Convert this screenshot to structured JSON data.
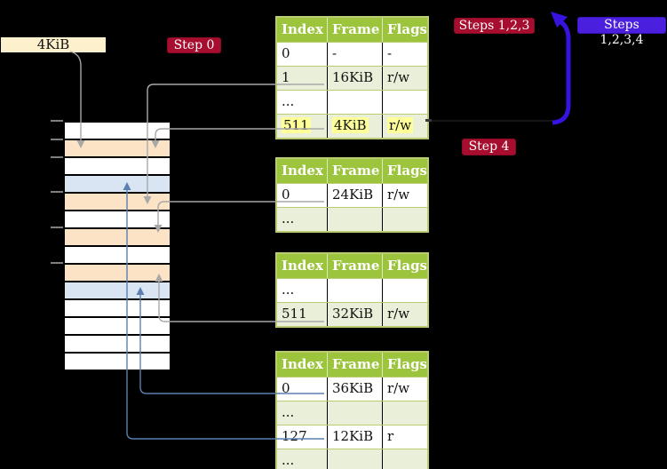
{
  "legend_box": {
    "label": "4KiB"
  },
  "badges": {
    "step0": {
      "label": "Step 0",
      "color": "#a60d2e"
    },
    "steps123": {
      "label": "Steps 1,2,3",
      "color": "#a60d2e"
    },
    "steps1234": {
      "label": "Steps 1,2,3,4",
      "color": "#4a1fdd"
    },
    "step4": {
      "label": "Step 4",
      "color": "#a60d2e"
    }
  },
  "colors": {
    "background": "#000000",
    "table_header_green": "#9cc43c",
    "table_border_green": "#b9cc72",
    "table_alt_row_green": "#e9efd8",
    "highlight_yellow": "#ffff99",
    "frame_peach": "#fce3c5",
    "frame_blue": "#d9e5f3",
    "legend_cream": "#fdf0cd",
    "arrow_gray": "#a8a8a8",
    "arrow_steelblue": "#5b7fb0",
    "arrow_big_blue": "#3812e0"
  },
  "memory_stack": {
    "rows": [
      "white",
      "peach",
      "white",
      "blue",
      "peach",
      "white",
      "peach",
      "white",
      "peach",
      "blue",
      "white",
      "white",
      "white",
      "white"
    ]
  },
  "page_tables": [
    {
      "name": "table-steps-123-top",
      "columns": [
        "Index",
        "Frame",
        "Flags"
      ],
      "rows": [
        [
          "0",
          "-",
          "-"
        ],
        [
          "1",
          "16KiB",
          "r/w"
        ],
        [
          "...",
          "",
          ""
        ],
        [
          "511",
          "4KiB",
          "r/w"
        ]
      ],
      "highlighted_row": 3
    },
    {
      "name": "table-step4-second",
      "columns": [
        "Index",
        "Frame",
        "Flags"
      ],
      "rows": [
        [
          "0",
          "24KiB",
          "r/w"
        ],
        [
          "...",
          "",
          ""
        ]
      ]
    },
    {
      "name": "table-third",
      "columns": [
        "Index",
        "Frame",
        "Flags"
      ],
      "rows": [
        [
          "...",
          "",
          ""
        ],
        [
          "511",
          "32KiB",
          "r/w"
        ]
      ]
    },
    {
      "name": "table-bottom",
      "columns": [
        "Index",
        "Frame",
        "Flags"
      ],
      "rows": [
        [
          "0",
          "36KiB",
          "r/w"
        ],
        [
          "...",
          "",
          ""
        ],
        [
          "127",
          "12KiB",
          "r"
        ],
        [
          "...",
          "",
          ""
        ]
      ]
    }
  ]
}
